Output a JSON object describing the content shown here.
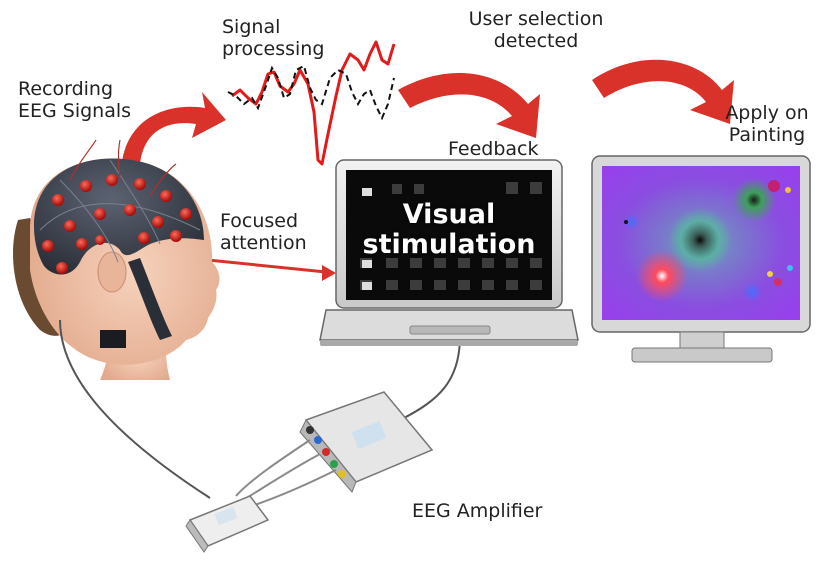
{
  "labels": {
    "recording_1": "Recording",
    "recording_2": "EEG Signals",
    "signal_1": "Signal",
    "signal_2": "processing",
    "user_sel_1": "User selection",
    "user_sel_2": "detected",
    "apply_1": "Apply on",
    "apply_2": "Painting",
    "feedback": "Feedback",
    "focused_1": "Focused",
    "focused_2": "attention",
    "visual_1": "Visual",
    "visual_2": "stimulation",
    "amplifier": "EEG Amplifier"
  },
  "icons": {
    "head": "eeg-cap-head-icon",
    "laptop": "laptop-icon",
    "monitor": "monitor-icon",
    "amplifier": "eeg-amplifier-icon",
    "arrows": "red-curved-arrow-icon"
  },
  "colors": {
    "arrow_red": "#d9322a",
    "signal_red": "#e21a1a",
    "signal_black": "#111111",
    "cap": "#3a3f4a",
    "electrode": "#d8201c",
    "screen_dark": "#0a0a0a",
    "painting_bg": "#8a4ee0"
  }
}
